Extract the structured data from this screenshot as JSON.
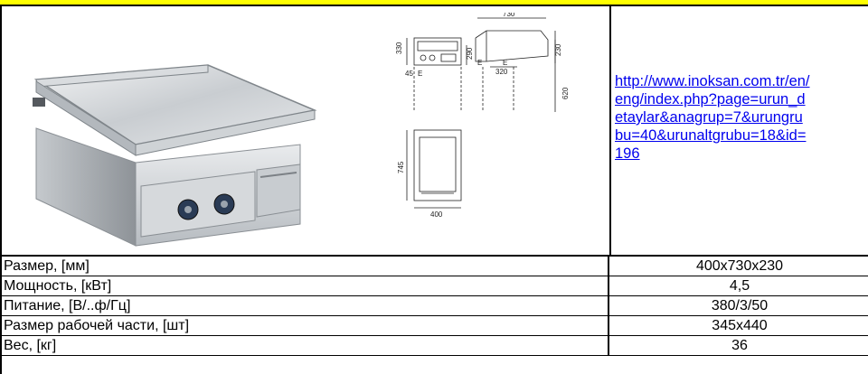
{
  "link": "http://www.inoksan.com.tr/en/eng/index.php?page=urun_detaylar&anagrup=7&urungrubu=40&urunaltgrubu=18&id=196",
  "link_lines": [
    "http://www.inoksan.com.tr/en/",
    "eng/index.php?page=urun_d",
    "etaylar&anagrup=7&urungru",
    "bu=40&urunaltgrubu=18&id=",
    "196"
  ],
  "drawing": {
    "front_height": "330",
    "front_inner": "290",
    "front_left": "45",
    "front_mark": "E",
    "side_width": "730",
    "side_right": "230",
    "side_inner": "320",
    "side_mark_left": "E",
    "side_mark_mid": "E",
    "side_total": "620",
    "plan_depth": "745",
    "plan_width": "400"
  },
  "specs": [
    {
      "label": "Размер, [мм]",
      "value": "400x730x230"
    },
    {
      "label": "Мощность, [кВт]",
      "value": "4,5"
    },
    {
      "label": "Питание, [В/..ф/Гц]",
      "value": "380/3/50"
    },
    {
      "label": "Размер рабочей части, [шт]",
      "value": "345x440"
    },
    {
      "label": "Вес, [кг]",
      "value": "36"
    }
  ],
  "colors": {
    "header_band": "#ffff00",
    "link": "#0000ee",
    "border": "#000000"
  }
}
